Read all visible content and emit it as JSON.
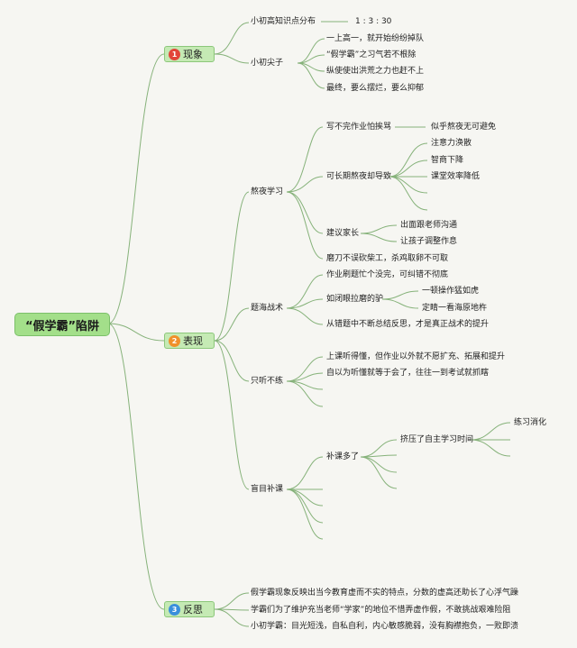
{
  "root": "“假学霸”陷阱",
  "colors": {
    "line": "#86b27a",
    "root_bg": "#a3df8a",
    "node_bg": "#c5eab4",
    "badge_red": "#e2453a",
    "badge_orange": "#f0902a",
    "badge_blue": "#3a8fdc"
  },
  "sections": [
    {
      "num": "1",
      "label": "现象",
      "badge_color": "#e2453a"
    },
    {
      "num": "2",
      "label": "表现",
      "badge_color": "#f0902a"
    },
    {
      "num": "3",
      "label": "反思",
      "badge_color": "#3a8fdc"
    }
  ],
  "phenomenon": {
    "dist_label": "小初高知识点分布",
    "dist_value": "1 : 3 : 30",
    "tip_label": "小初尖子",
    "tip_items": [
      "一上高一，就开始纷纷掉队",
      "“假学霸”之习气若不根除",
      "纵使使出洪荒之力也赶不上",
      "最终，要么摆烂，要么抑郁"
    ]
  },
  "manifest": {
    "late": {
      "label": "熬夜学习",
      "a": "写不完作业怕挨骂",
      "a_child": "似乎熬夜无可避免",
      "b": "可长期熬夜却导致",
      "b_children": [
        "注意力涣散",
        "智商下降",
        "课堂效率降低"
      ],
      "c": "建议家长",
      "c_children": [
        "出面跟老师沟通",
        "让孩子调整作息"
      ],
      "d": "磨刀不误砍柴工，杀鸡取卵不可取"
    },
    "sea": {
      "label": "题海战术",
      "a": "作业刷题忙个没完，可纠错不彻底",
      "b": "如闭眼拉磨的驴",
      "b_children": [
        "一顿操作猛如虎",
        "定睛一看海原地杵"
      ],
      "c": "从错题中不断总结反思，才是真正战术的提升"
    },
    "listen": {
      "label": "只听不练",
      "items": [
        "上课听得懂，但作业以外就不愿扩充、拓展和提升",
        "自以为听懂就等于会了，往往一到考试就抓瞎"
      ]
    },
    "tutor": {
      "label": "盲目补课",
      "a": "补课多了",
      "a_child": "挤压了自主学习时间",
      "a_child_child": "练习消化"
    }
  },
  "reflect": {
    "items": [
      "假学霸现象反映出当今教育虚而不实的特点，分数的虚高还助长了心浮气躁",
      "学霸们为了维护充当老师“学家”的地位不惜弄虚作假，不敢挑战艰难险阻",
      "小初学霸：目光短浅，自私自利，内心敏感脆弱，没有胸襟抱负，一败即溃"
    ]
  }
}
